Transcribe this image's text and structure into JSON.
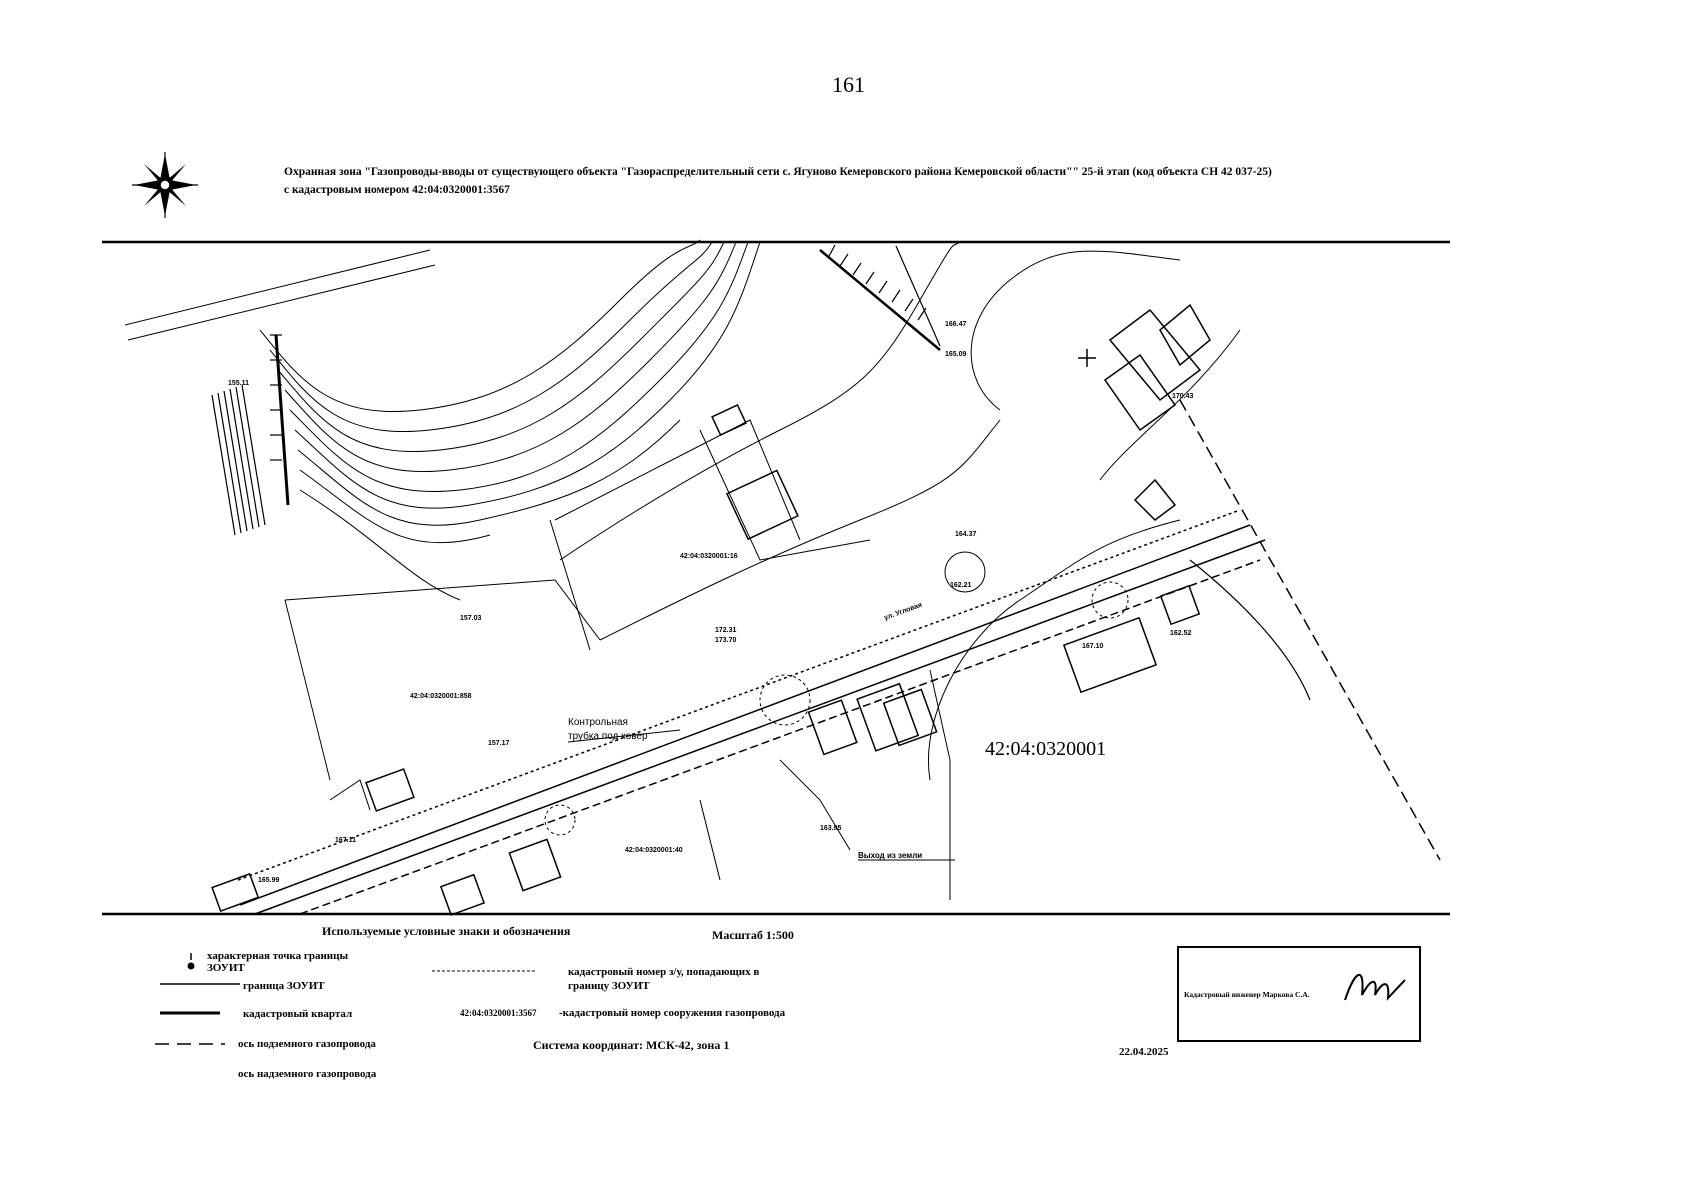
{
  "page": {
    "number": "161"
  },
  "header": {
    "title_line1": "Охранная зона \"Газопроводы-вводы от существующего объекта \"Газораспределительный сети с. Ягуново Кемеровского района Кемеровской области\"\" 25-й этап (код объекта СН 42 037-25)",
    "title_line2": "с кадастровым номером 42:04:0320001:3567"
  },
  "map": {
    "quarter_label": "42:04:0320001",
    "parcel_labels": [
      "42:04:0320001:16",
      "42:04:0320001:858",
      "42:04:0320001:40"
    ],
    "annotation_control": [
      "Контрольная",
      "трубка под ковер"
    ],
    "annotation_exit": "Выход из земли",
    "street_label": "ул. Угловая",
    "elevations": [
      "157.17",
      "155.11",
      "166.47",
      "165.09",
      "172.31",
      "173.70",
      "162.21",
      "167.10",
      "164.37",
      "167.11",
      "165.99",
      "163.95",
      "157.03",
      "170.43",
      "162.52"
    ],
    "colors": {
      "ink": "#000000",
      "paper": "#ffffff"
    }
  },
  "legend": {
    "title": "Используемые условные знаки и обозначения",
    "scale": "Масштаб 1:500",
    "items": {
      "point_line1": "характерная точка границы",
      "point_line2": "ЗОУИТ",
      "boundary": "граница ЗОУИТ",
      "quarter": "кадастровый квартал",
      "underground": "ось подземного газопровода",
      "aboveground": "ось надземного газопровода",
      "parcels_line1": "кадастровый номер з/у, попадающих в",
      "parcels_line2": "границу ЗОУИТ",
      "structure_number": "42:04:0320001:3567",
      "structure_text": "-кадастровый номер сооружения газопровода",
      "coords": "Система координат: МСК-42, зона 1"
    }
  },
  "stamp": {
    "engineer": "Кадастровый инженер Маркова С.А.",
    "date": "22.04.2025"
  }
}
